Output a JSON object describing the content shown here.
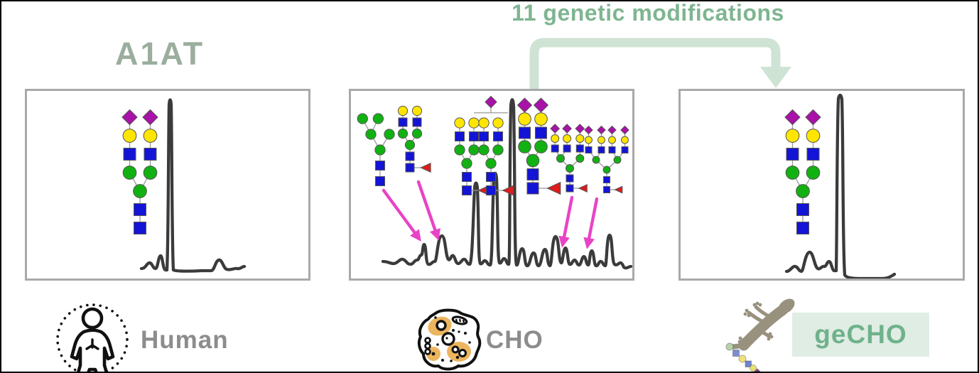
{
  "title": {
    "text": "11 genetic modifications"
  },
  "heading": {
    "text": "A1AT"
  },
  "legend": [
    {
      "id": "human",
      "label": "Human",
      "icon": "human-body-icon"
    },
    {
      "id": "cho",
      "label": "CHO",
      "icon": "cho-cell-icon"
    },
    {
      "id": "gecho",
      "label": "geCHO",
      "icon": "gecko-icon"
    }
  ],
  "colors": {
    "title_green": "#7FB591",
    "arrow_green": "#CFE3D4",
    "heading_gray_green": "#9BAE9E",
    "label_gray": "#8C8C8C",
    "badge_bg": "#DFEDE4",
    "badge_text": "#6FB28C",
    "trace": "#3B3B3B",
    "pink_arrow": "#E843C6",
    "panel_border": "#A9A9A9",
    "sialic_acid": "#A911A9",
    "galactose": "#FFE500",
    "mannose": "#12B112",
    "glcnac": "#1414D6",
    "fucose": "#E01B1B",
    "cell_orange": "#ECB55E",
    "gecko_body": "#97917E"
  },
  "panels": [
    {
      "id": "human-panel",
      "glycans": [
        {
          "name": "A2G2S2",
          "type": "complex",
          "arms": 2,
          "galactosylated": true,
          "sialylated": true,
          "core_fucose": false,
          "bracket_sia": false
        }
      ]
    },
    {
      "id": "cho-panel",
      "pink_arrow_count": 4,
      "glycans": [
        {
          "name": "Man5",
          "type": "man5"
        },
        {
          "name": "FA2G2",
          "type": "complex",
          "arms": 2,
          "galactosylated": true,
          "sialylated": false,
          "core_fucose": true,
          "bracket_sia": false
        },
        {
          "name": "FA2G2",
          "type": "complex",
          "arms": 2,
          "galactosylated": true,
          "sialylated": false,
          "core_fucose": true,
          "bracket_sia": false
        },
        {
          "name": "FA2G2S1",
          "type": "complex",
          "arms": 2,
          "galactosylated": true,
          "sialylated": false,
          "core_fucose": true,
          "bracket_sia": true
        },
        {
          "name": "FA2G2S2",
          "type": "complex",
          "arms": 2,
          "galactosylated": true,
          "sialylated": true,
          "core_fucose": true,
          "bracket_sia": false
        },
        {
          "name": "FA3G3S3",
          "type": "complex",
          "arms": 3,
          "galactosylated": true,
          "sialylated": true,
          "core_fucose": true,
          "bracket_sia": false
        },
        {
          "name": "FA4G4S4",
          "type": "complex",
          "arms": 4,
          "galactosylated": true,
          "sialylated": true,
          "core_fucose": true,
          "bracket_sia": false
        }
      ]
    },
    {
      "id": "gecho-panel",
      "glycans": [
        {
          "name": "A2G2S2",
          "type": "complex",
          "arms": 2,
          "galactosylated": true,
          "sialylated": true,
          "core_fucose": false,
          "bracket_sia": false
        }
      ]
    }
  ]
}
